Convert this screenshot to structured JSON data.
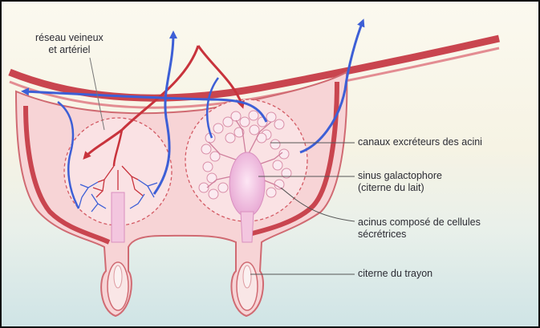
{
  "labels": {
    "vessels": [
      "réseau veineux",
      "et artériel"
    ],
    "canals": "canaux excréteurs des acini",
    "sinus": [
      "sinus galactophore",
      "(citerne du lait)"
    ],
    "acinus": [
      "acinus composé de cellules",
      "sécrétrices"
    ],
    "teat_cistern": "citerne du trayon"
  },
  "colors": {
    "artery": "#c8333c",
    "vein": "#3d5fd6",
    "skin_outline": "#d06a72",
    "udder_fill": "#f7d4d6",
    "leader": "#555555"
  }
}
